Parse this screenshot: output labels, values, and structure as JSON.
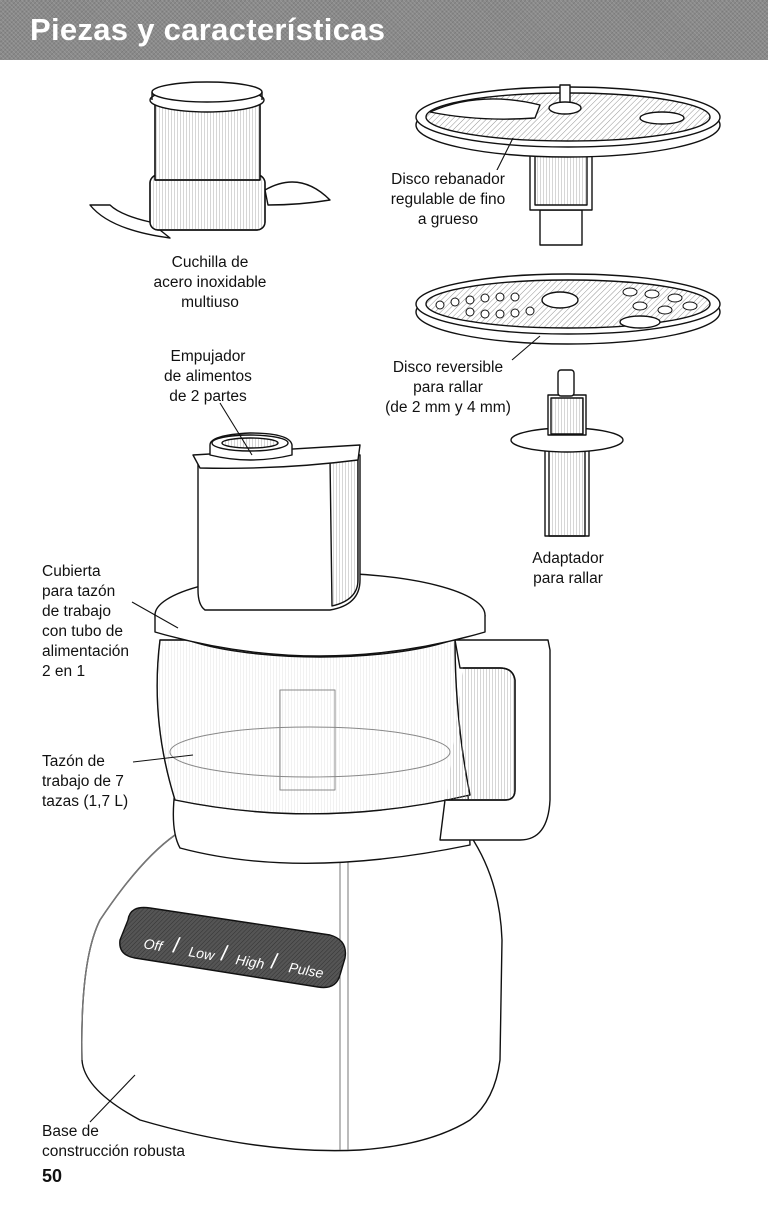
{
  "header": {
    "title": "Piezas y características"
  },
  "labels": {
    "blade": [
      "Cuchilla de",
      "acero inoxidable",
      "multiuso"
    ],
    "slicing_disc": [
      "Disco rebanador",
      "regulable de fino",
      "a grueso"
    ],
    "shredding_disc": [
      "Disco reversible",
      "para rallar",
      "(de 2 mm y 4 mm)"
    ],
    "pusher": [
      "Empujador",
      "de alimentos",
      "de 2 partes"
    ],
    "adapter": [
      "Adaptador",
      "para rallar"
    ],
    "lid": [
      "Cubierta",
      "para tazón",
      "de trabajo",
      "con tubo de",
      "alimentación",
      "2 en 1"
    ],
    "bowl": [
      "Tazón de",
      "trabajo de 7",
      "tazas (1,7 L)"
    ],
    "base": [
      "Base de",
      "construcción robusta"
    ]
  },
  "control_panel": {
    "off": "Off",
    "low": "Low",
    "high": "High",
    "pulse": "Pulse"
  },
  "page_number": "50"
}
